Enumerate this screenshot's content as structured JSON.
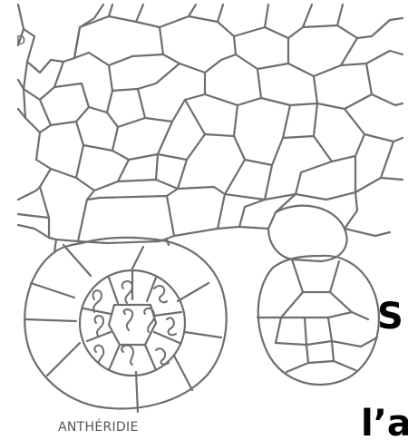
{
  "panel_letter": "D",
  "caption": "ANTHÉRIDIE",
  "side_text": {
    "line1": "S",
    "line2": "l’a"
  },
  "colors": {
    "line": "#6e6e6e",
    "text": "#555555",
    "background": "#ffffff",
    "overlay_text": "#000000"
  }
}
